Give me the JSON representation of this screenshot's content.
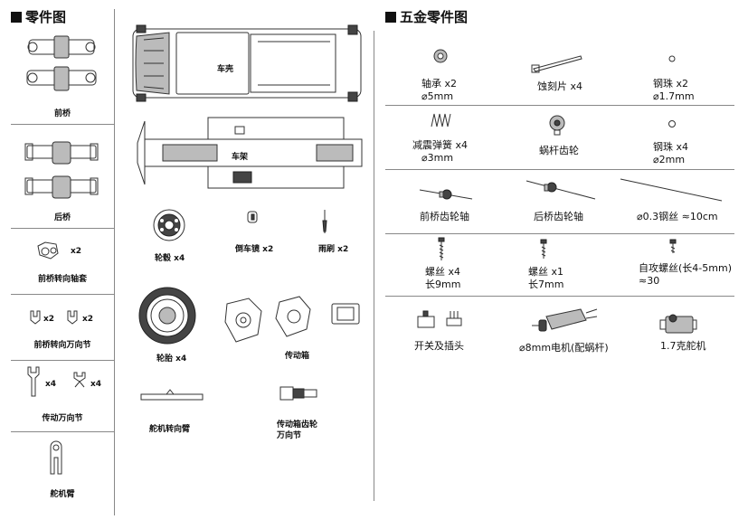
{
  "left": {
    "title": "零件图",
    "groups": [
      {
        "label": "前桥"
      },
      {
        "label": "后桥"
      },
      {
        "label": "前桥转向轴套",
        "qty": "x2"
      },
      {
        "label": "前桥转向万向节",
        "qty_a": "x2",
        "qty_b": "x2"
      },
      {
        "label": "传动万向节",
        "qty_a": "x4",
        "qty_b": "x4"
      },
      {
        "label": "舵机臂"
      }
    ]
  },
  "middle": {
    "shell": "车壳",
    "frame": "车架",
    "hub": "轮毂 x4",
    "mirror": "倒车镜 x2",
    "wiper": "雨刷 x2",
    "tire": "轮胎 x4",
    "gearbox": "传动箱",
    "servo_arm": "舵机转向臂",
    "gearbox_joint_line1": "传动箱齿轮",
    "gearbox_joint_line2": "万向节"
  },
  "right": {
    "title": "五金零件图",
    "items": [
      {
        "name": "轴承 x2",
        "spec": "⌀5mm"
      },
      {
        "name": "蚀刻片  x4",
        "spec": ""
      },
      {
        "name": "钢珠  x2",
        "spec": "⌀1.7mm"
      },
      {
        "name": "减震弹簧  x4",
        "spec": "⌀3mm"
      },
      {
        "name": "蜗杆齿轮",
        "spec": ""
      },
      {
        "name": "钢珠  x4",
        "spec": "⌀2mm"
      },
      {
        "name": "前桥齿轮轴",
        "spec": ""
      },
      {
        "name": "后桥齿轮轴",
        "spec": ""
      },
      {
        "name": "⌀0.3钢丝 ≈10cm",
        "spec": ""
      },
      {
        "name": "螺丝  x4",
        "spec": "长9mm"
      },
      {
        "name": "螺丝  x1",
        "spec": "长7mm"
      },
      {
        "name": "自攻螺丝(长4-5mm)",
        "spec": "≈30"
      },
      {
        "name": "开关及插头",
        "spec": ""
      },
      {
        "name": "⌀8mm电机(配蜗杆)",
        "spec": ""
      },
      {
        "name": "1.7克舵机",
        "spec": ""
      }
    ]
  }
}
